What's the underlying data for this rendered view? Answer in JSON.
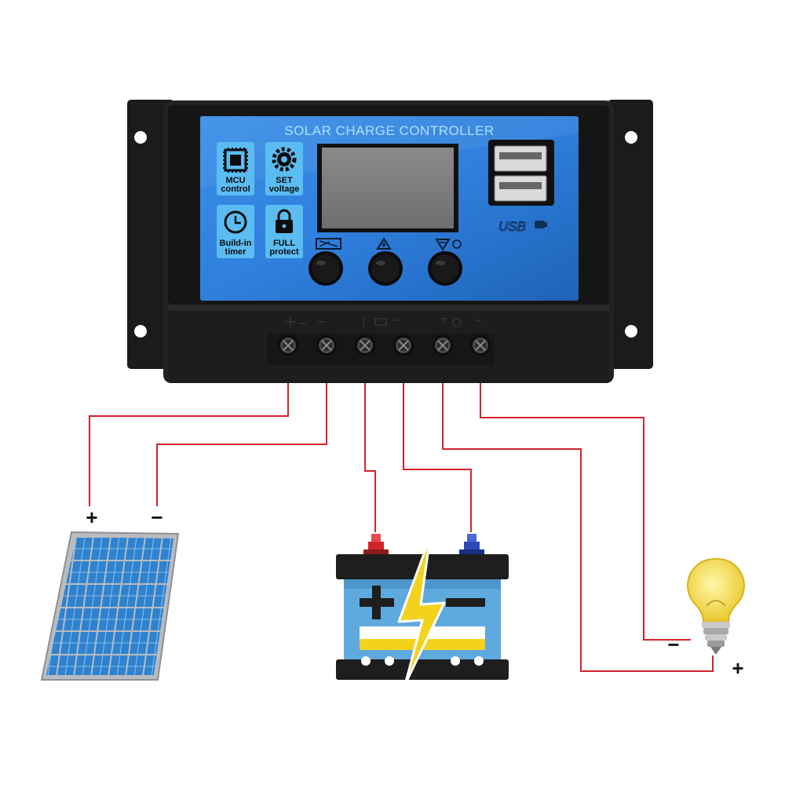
{
  "controller": {
    "title": "SOLAR CHARGE CONTROLLER",
    "features": [
      {
        "icon": "chip-icon",
        "line1": "MCU",
        "line2": "control"
      },
      {
        "icon": "gear-icon",
        "line1": "SET",
        "line2": "voltage"
      },
      {
        "icon": "clock-icon",
        "line1": "Build-in",
        "line2": "timer"
      },
      {
        "icon": "lock-icon",
        "line1": "FULL",
        "line2": "protect"
      }
    ],
    "usb_label": "USB",
    "buttons": [
      {
        "name": "menu-button",
        "icon": "menu-icon"
      },
      {
        "name": "up-button",
        "icon": "up-arrow-icon"
      },
      {
        "name": "down-button",
        "icon": "down-arrow-icon"
      }
    ],
    "terminal_count": 6
  },
  "solar_panel": {
    "plus": "+",
    "minus": "−"
  },
  "load_bulb": {
    "plus": "+",
    "minus": "−"
  },
  "colors": {
    "housing": "#1b1b1b",
    "faceplate": "#2f7fdc",
    "wire": "#d2232a",
    "panel": "#2f82cf",
    "battery": "#5ea9dd",
    "bolt": "#f2d21d",
    "bulb": "#f3e24a"
  }
}
